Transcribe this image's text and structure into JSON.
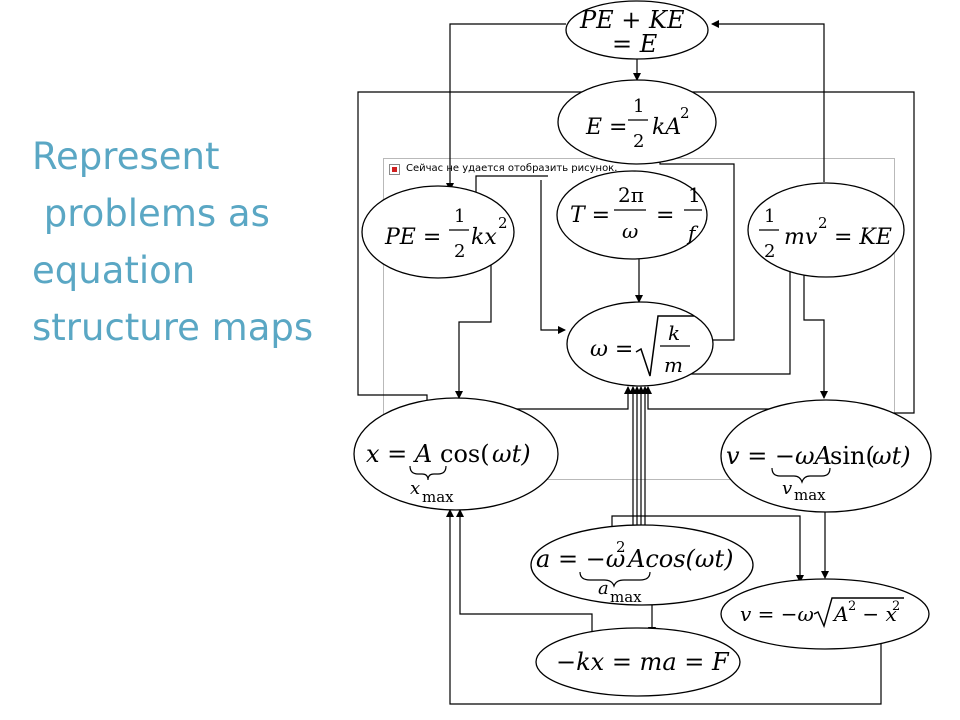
{
  "slide": {
    "title_lines": [
      "Represent",
      " problems as",
      "equation",
      "structure maps"
    ]
  },
  "broken_image": {
    "alt_text": "Сейчас не удается отобразить рисунок."
  },
  "colors": {
    "title": "#5aa7c4",
    "lines": "#000000"
  },
  "nodes": {
    "energy_total": {
      "line1": "PE + KE",
      "line2": "= E"
    },
    "energy_amplitude": {
      "lhs": "E =",
      "num": "1",
      "den": "2",
      "rhs": "kA",
      "exp": "2"
    },
    "potential_energy": {
      "lhs": "PE =",
      "num": "1",
      "den": "2",
      "rhs": "kx",
      "exp": "2"
    },
    "period": {
      "lhs": "T =",
      "num1": "2π",
      "den1": "ω",
      "eq": "=",
      "num2": "1",
      "den2": "f"
    },
    "kinetic_energy": {
      "num": "1",
      "den": "2",
      "mid": "mv",
      "exp": "2",
      "rhs": "= KE"
    },
    "angular_frequency": {
      "lhs": "ω =",
      "num": "k",
      "den": "m"
    },
    "position": {
      "text_a": "x = A",
      "text_b": "cos(",
      "text_c": "ωt)",
      "under": "x",
      "sub": "max"
    },
    "velocity": {
      "text_a": "v = −ωA",
      "text_b": "sin(",
      "text_c": "ωt)",
      "under": "v",
      "sub": "max"
    },
    "acceleration": {
      "text_a": "a = −ω",
      "exp": "2",
      "text_b": "Acos(ωt)",
      "under": "a",
      "sub": "max"
    },
    "velocity_position": {
      "text_a": "v = −ω",
      "text_b": "A",
      "exp1": "2",
      "text_c": " − x",
      "exp2": "2"
    },
    "force": {
      "text": "−kx = ma = F"
    }
  }
}
